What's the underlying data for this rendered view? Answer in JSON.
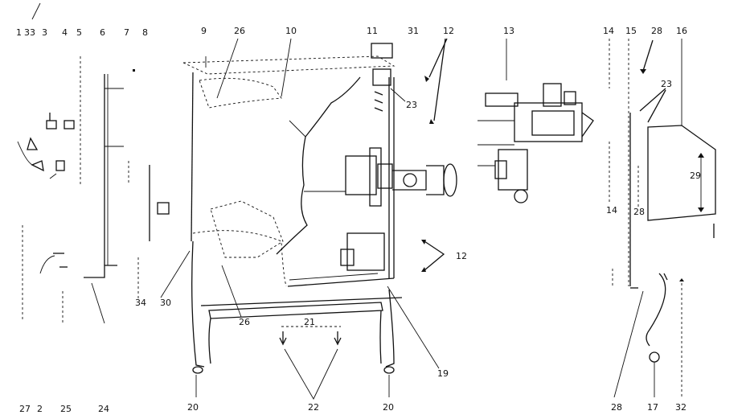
{
  "callouts": [
    {
      "id": "c1",
      "text": "1"
    },
    {
      "id": "c33",
      "text": "33"
    },
    {
      "id": "c3",
      "text": "3"
    },
    {
      "id": "c4",
      "text": "4"
    },
    {
      "id": "c5",
      "text": "5"
    },
    {
      "id": "c6",
      "text": "6"
    },
    {
      "id": "c7",
      "text": "7"
    },
    {
      "id": "c8",
      "text": "8"
    },
    {
      "id": "c9",
      "text": "9"
    },
    {
      "id": "c26a",
      "text": "26"
    },
    {
      "id": "c10",
      "text": "10"
    },
    {
      "id": "c11",
      "text": "11"
    },
    {
      "id": "c31",
      "text": "31"
    },
    {
      "id": "c12a",
      "text": "12"
    },
    {
      "id": "c13",
      "text": "13"
    },
    {
      "id": "c14a",
      "text": "14"
    },
    {
      "id": "c15",
      "text": "15"
    },
    {
      "id": "c28a",
      "text": "28"
    },
    {
      "id": "c16",
      "text": "16"
    },
    {
      "id": "c23a",
      "text": "23"
    },
    {
      "id": "c23b",
      "text": "23"
    },
    {
      "id": "c29",
      "text": "29"
    },
    {
      "id": "c14b",
      "text": "14"
    },
    {
      "id": "c28b",
      "text": "28"
    },
    {
      "id": "c12b",
      "text": "12"
    },
    {
      "id": "c34",
      "text": "34"
    },
    {
      "id": "c30",
      "text": "30"
    },
    {
      "id": "c26b",
      "text": "26"
    },
    {
      "id": "c21",
      "text": "21"
    },
    {
      "id": "c19",
      "text": "19"
    },
    {
      "id": "c27",
      "text": "27"
    },
    {
      "id": "c2",
      "text": "2"
    },
    {
      "id": "c25",
      "text": "25"
    },
    {
      "id": "c24",
      "text": "24"
    },
    {
      "id": "c20a",
      "text": "20"
    },
    {
      "id": "c22",
      "text": "22"
    },
    {
      "id": "c20b",
      "text": "20"
    },
    {
      "id": "c28c",
      "text": "28"
    },
    {
      "id": "c17",
      "text": "17"
    },
    {
      "id": "c32",
      "text": "32"
    }
  ]
}
